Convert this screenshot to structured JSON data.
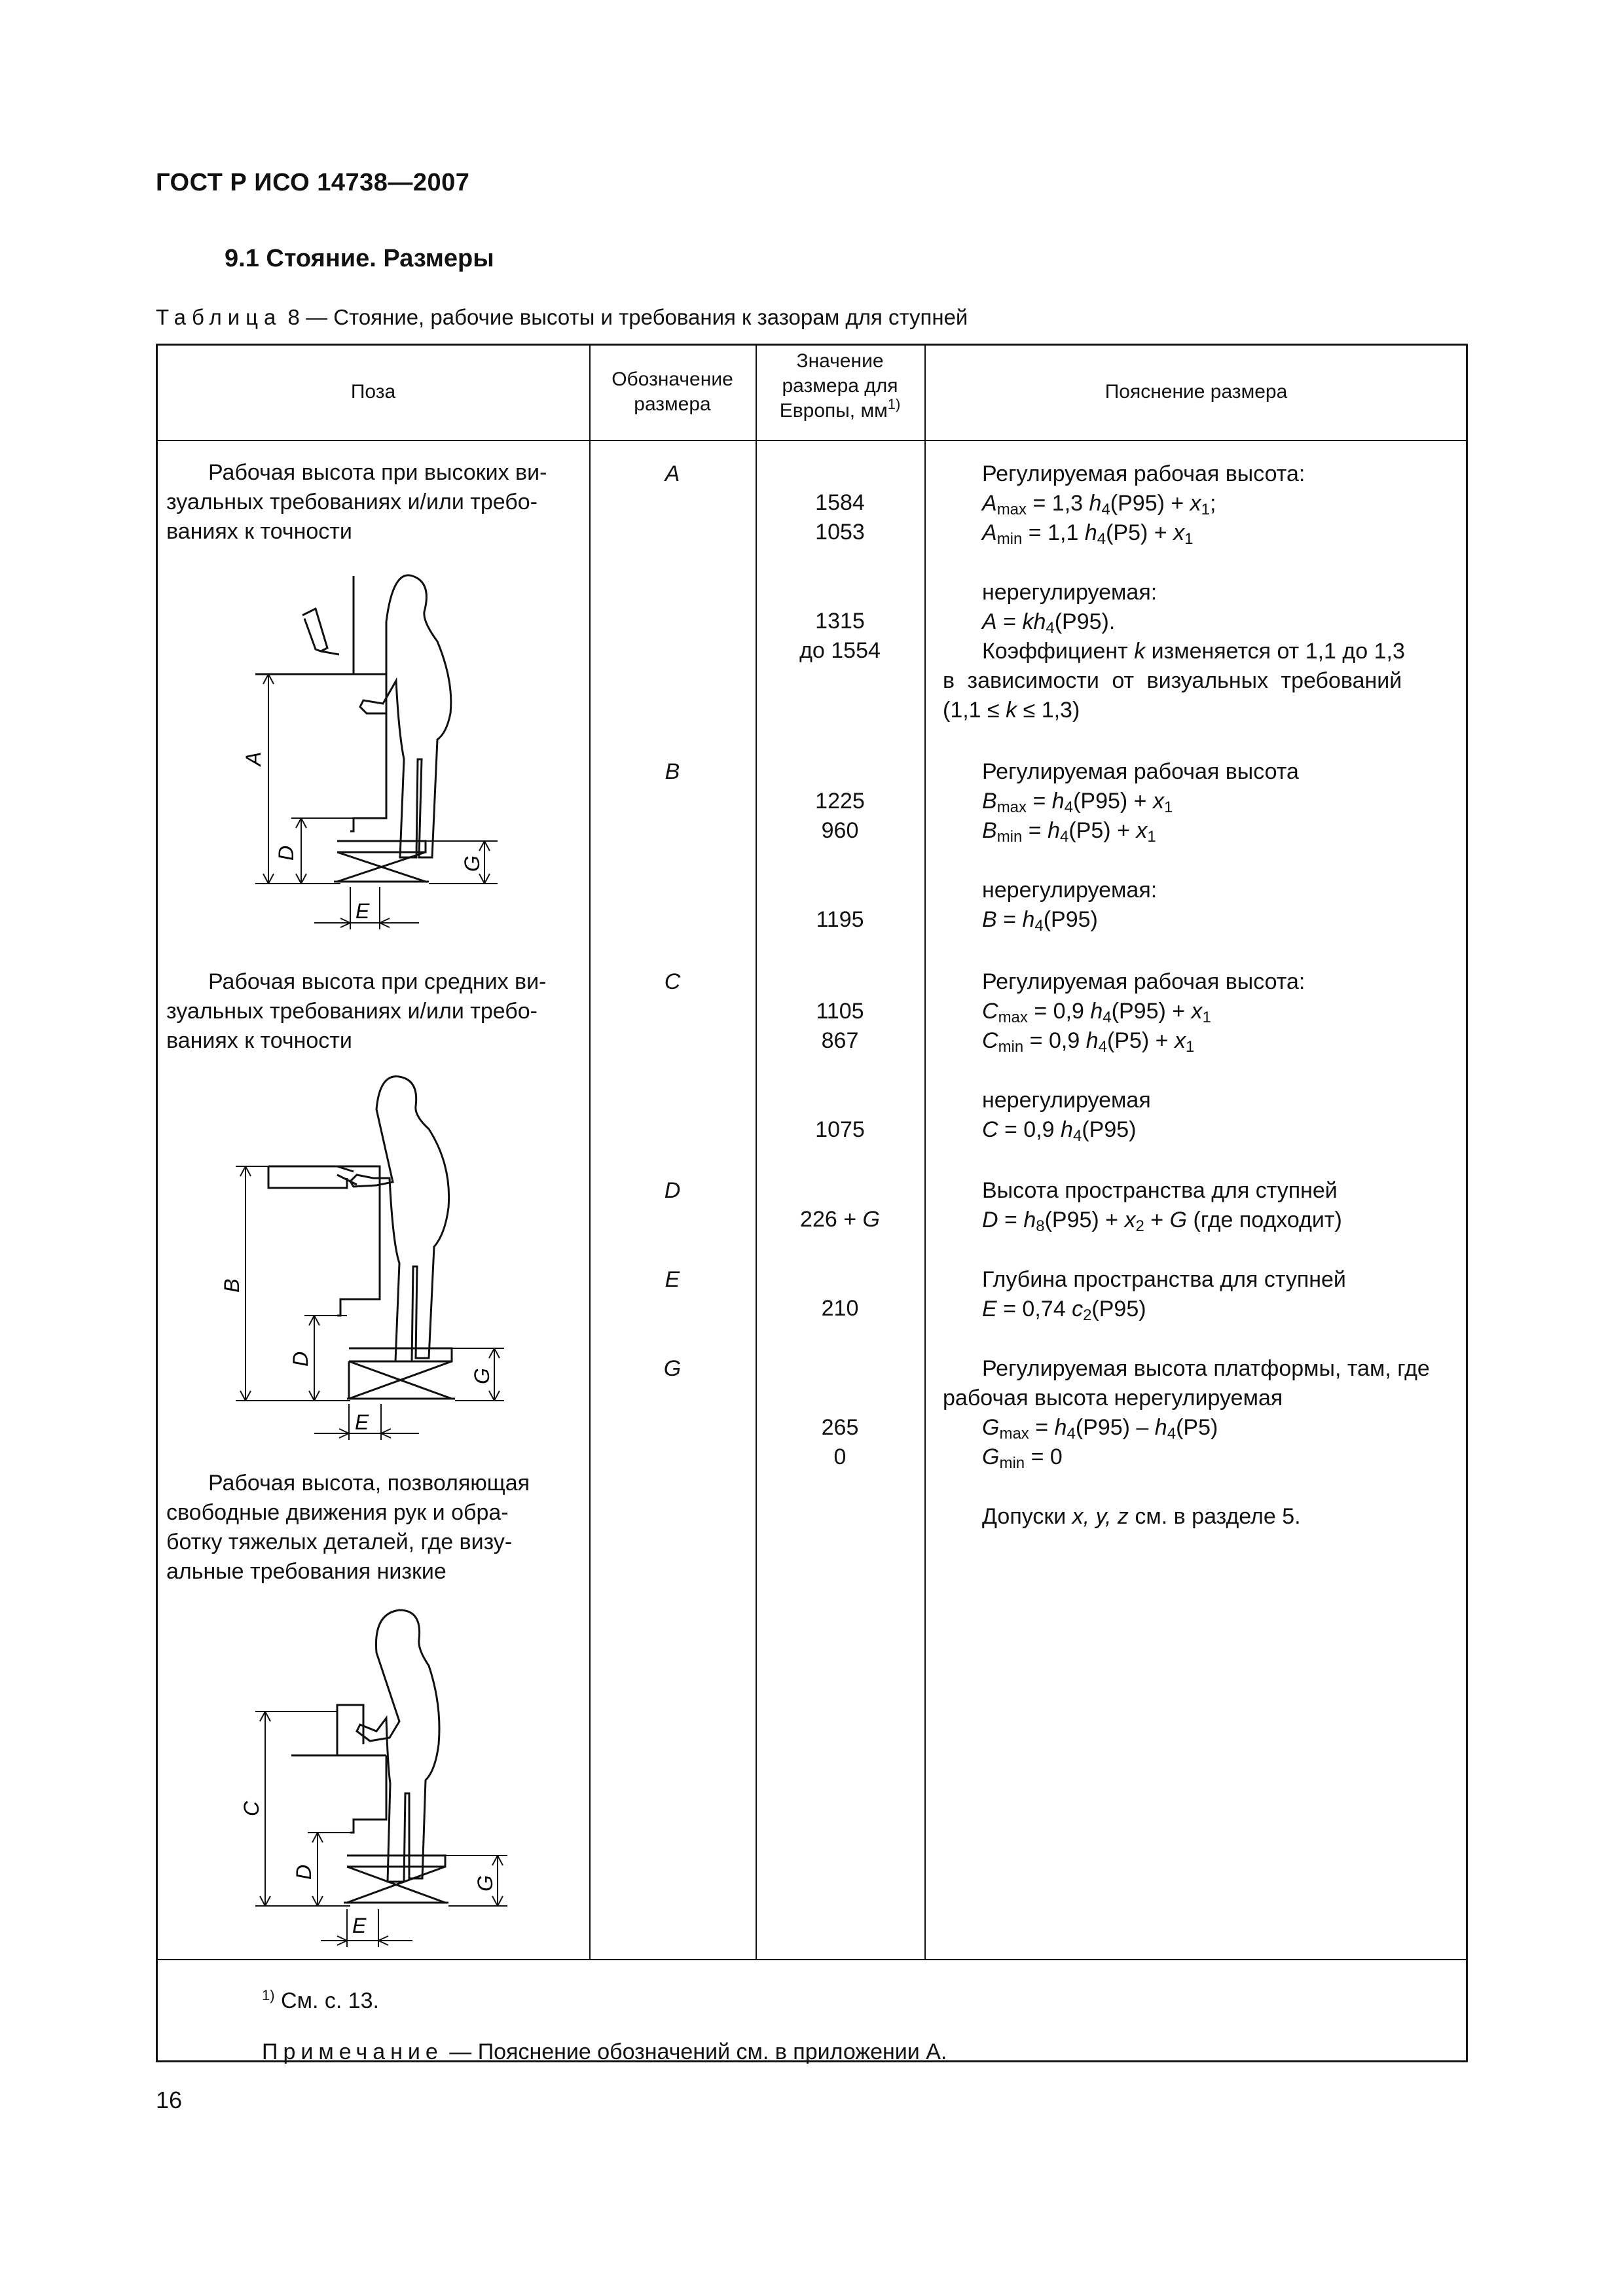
{
  "doc_code": "ГОСТ Р ИСО 14738—2007",
  "section_title": "9.1 Стояние. Размеры",
  "table_caption": {
    "label": "Таблица",
    "rest": " 8 — Стояние, рабочие высоты и требования к зазорам для ступней"
  },
  "headers": {
    "pose": "Поза",
    "designation_l1": "Обозначение",
    "designation_l2": "размера",
    "value_l1": "Значение",
    "value_l2": "размера для",
    "value_l3": "Европы, мм",
    "value_sup": "1)",
    "explanation": "Пояснение размера"
  },
  "poses": {
    "p1": [
      "Рабочая высота при высоких ви-",
      "зуальных требованиях и/или требо-",
      "ваниях к точности"
    ],
    "p2": [
      "Рабочая высота при средних ви-",
      "зуальных требованиях и/или требо-",
      "ваниях к точности"
    ],
    "p3": [
      "Рабочая высота, позволяющая",
      "свободные движения рук и обра-",
      "ботку тяжелых деталей, где визу-",
      "альные требования низкие"
    ]
  },
  "symbols": {
    "a": "A",
    "b": "B",
    "c": "C",
    "d": "D",
    "e": "E",
    "g": "G"
  },
  "values": {
    "a_max": "1584",
    "a_min": "1053",
    "a_fixed_1": "1315",
    "a_fixed_2": "до 1554",
    "b_max": "1225",
    "b_min": "960",
    "b_fixed": "1195",
    "c_max": "1105",
    "c_min": "867",
    "c_fixed": "1075",
    "d": "226 + ",
    "d_g": "G",
    "e": "210",
    "g_max": "265",
    "g_min": "0"
  },
  "explanations": {
    "adjustable": "Регулируемая рабочая высота:",
    "adjustable_b": "Регулируемая рабочая высота",
    "non_adjustable": "нерегулируемая:",
    "non_adjustable_c": "нерегулируемая",
    "coef_1": "Коэффициент ",
    "coef_k": "k",
    "coef_2": " изменяется от 1,1 до 1,3",
    "coef_line2": "в зависимости от визуальных требований",
    "coef_line3_a": "(1,1 ≤ ",
    "coef_line3_b": " ≤ 1,3)",
    "foot_height": "Высота пространства для ступней",
    "foot_where": " (где подходит)",
    "foot_depth": "Глубина пространства для ступней",
    "platform_1": "Регулируемая высота платформы, там, где",
    "platform_2": "рабочая высота нерегулируемая",
    "tolerances_1": "Допуски ",
    "tolerances_xyz": "x, y, z",
    "tolerances_2": " см. в разделе 5."
  },
  "figure_labels": {
    "a": "A",
    "b": "B",
    "c": "C",
    "d": "D",
    "e": "E",
    "g": "G"
  },
  "footnote": {
    "mark": "1)",
    "text": " См. с. 13."
  },
  "note": {
    "label": "Примечание",
    "text": " — Пояснение обозначений см. в приложении А."
  },
  "page_number": "16"
}
